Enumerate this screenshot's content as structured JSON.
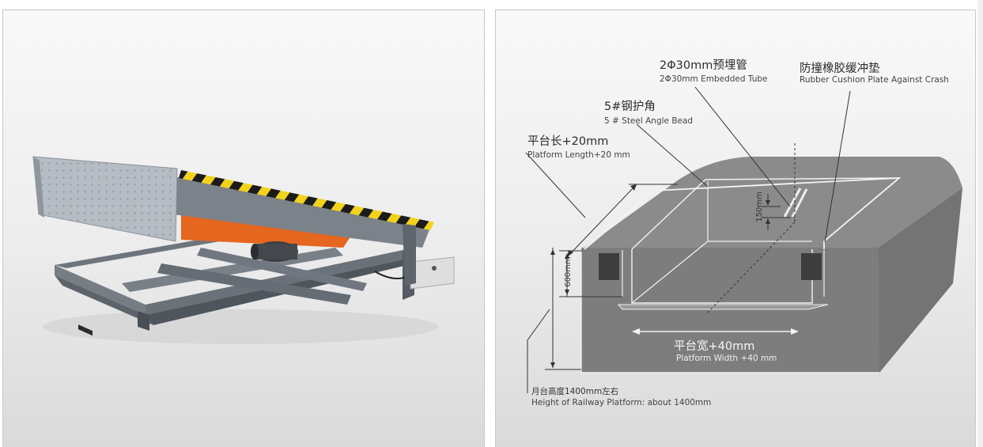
{
  "photo": {
    "subject": "dock-leveler-photo"
  },
  "diagram": {
    "embedded_tube_cn": "2Φ30mm预埋管",
    "embedded_tube_en": "2Φ30mm Embedded Tube",
    "rubber_cushion_cn": "防撞橡胶缓冲垫",
    "rubber_cushion_en": "Rubber Cushion Plate Against Crash",
    "angle_bead_cn": "5#钢护角",
    "angle_bead_en": "5 # Steel Angle Bead",
    "platform_length_cn": "平台长+20mm",
    "platform_length_en": "Platform Length+20 mm",
    "dim_150": "150mm",
    "dim_600": "600mm",
    "platform_width_cn": "平台宽+40mm",
    "platform_width_en": "Platform Width +40 mm",
    "railway_height_cn": "月台高度1400mm左右",
    "railway_height_en": "Height of Railway Platform: about 1400mm"
  },
  "colors": {
    "metal": "#7c828a",
    "metal_dark": "#5a6068",
    "deck": "#a9b0b7",
    "orange": "#e4661f",
    "hazard_yellow": "#f2d21b",
    "concrete": "#7a7a7a",
    "concrete_top": "#8b8b8b",
    "bumper": "#3d3d3d"
  }
}
